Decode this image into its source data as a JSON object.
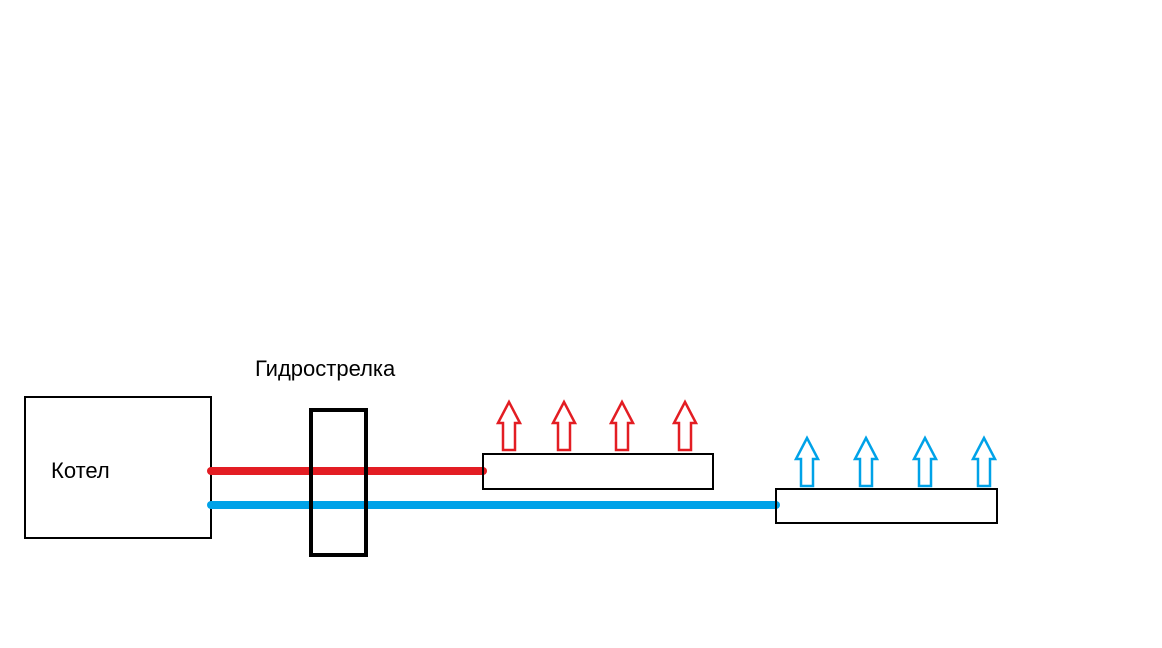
{
  "labels": {
    "boiler": "Котел",
    "hydraulic_separator": "Гидрострелка"
  },
  "colors": {
    "supply_line": "#e31d23",
    "return_line": "#00a2e8",
    "outline": "#000000",
    "background": "#ffffff"
  },
  "radiators": [
    {
      "name": "hot-radiator",
      "arrow_color": "#e31d23",
      "arrow_count": 4
    },
    {
      "name": "cold-radiator",
      "arrow_color": "#00a2e8",
      "arrow_count": 4
    }
  ]
}
